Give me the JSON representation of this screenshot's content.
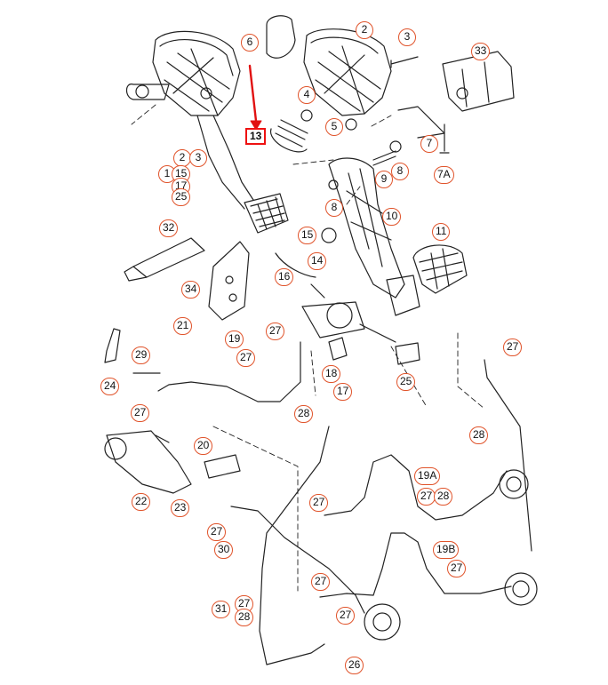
{
  "colors": {
    "callout_border": "#e0532a",
    "highlight": "#e11111",
    "line": "#222222"
  },
  "callouts": [
    {
      "id": "c1",
      "label": "1"
    },
    {
      "id": "c2",
      "label": "2"
    },
    {
      "id": "c2b",
      "label": "2"
    },
    {
      "id": "c3",
      "label": "3"
    },
    {
      "id": "c3b",
      "label": "3"
    },
    {
      "id": "c4",
      "label": "4"
    },
    {
      "id": "c5",
      "label": "5"
    },
    {
      "id": "c6",
      "label": "6"
    },
    {
      "id": "c7",
      "label": "7"
    },
    {
      "id": "c7a",
      "label": "7A"
    },
    {
      "id": "c8",
      "label": "8"
    },
    {
      "id": "c8b",
      "label": "8"
    },
    {
      "id": "c9",
      "label": "9"
    },
    {
      "id": "c10",
      "label": "10"
    },
    {
      "id": "c11",
      "label": "11"
    },
    {
      "id": "c14",
      "label": "14"
    },
    {
      "id": "c15",
      "label": "15"
    },
    {
      "id": "c15b",
      "label": "15"
    },
    {
      "id": "c16",
      "label": "16"
    },
    {
      "id": "c17",
      "label": "17"
    },
    {
      "id": "c17b",
      "label": "17"
    },
    {
      "id": "c18",
      "label": "18"
    },
    {
      "id": "c19",
      "label": "19"
    },
    {
      "id": "c19a",
      "label": "19A"
    },
    {
      "id": "c19b",
      "label": "19B"
    },
    {
      "id": "c20",
      "label": "20"
    },
    {
      "id": "c21",
      "label": "21"
    },
    {
      "id": "c22",
      "label": "22"
    },
    {
      "id": "c23",
      "label": "23"
    },
    {
      "id": "c24",
      "label": "24"
    },
    {
      "id": "c25",
      "label": "25"
    },
    {
      "id": "c25b",
      "label": "25"
    },
    {
      "id": "c26",
      "label": "26"
    },
    {
      "id": "c27a",
      "label": "27"
    },
    {
      "id": "c27b",
      "label": "27"
    },
    {
      "id": "c27c",
      "label": "27"
    },
    {
      "id": "c27d",
      "label": "27"
    },
    {
      "id": "c27e",
      "label": "27"
    },
    {
      "id": "c27f",
      "label": "27"
    },
    {
      "id": "c27g",
      "label": "27"
    },
    {
      "id": "c27h",
      "label": "27"
    },
    {
      "id": "c27i",
      "label": "27"
    },
    {
      "id": "c27j",
      "label": "27"
    },
    {
      "id": "c27k",
      "label": "27"
    },
    {
      "id": "c28a",
      "label": "28"
    },
    {
      "id": "c28b",
      "label": "28"
    },
    {
      "id": "c28c",
      "label": "28"
    },
    {
      "id": "c28d",
      "label": "28"
    },
    {
      "id": "c29",
      "label": "29"
    },
    {
      "id": "c30",
      "label": "30"
    },
    {
      "id": "c31",
      "label": "31"
    },
    {
      "id": "c32",
      "label": "32"
    },
    {
      "id": "c33",
      "label": "33"
    },
    {
      "id": "c34",
      "label": "34"
    }
  ],
  "highlighted": {
    "label": "13"
  }
}
